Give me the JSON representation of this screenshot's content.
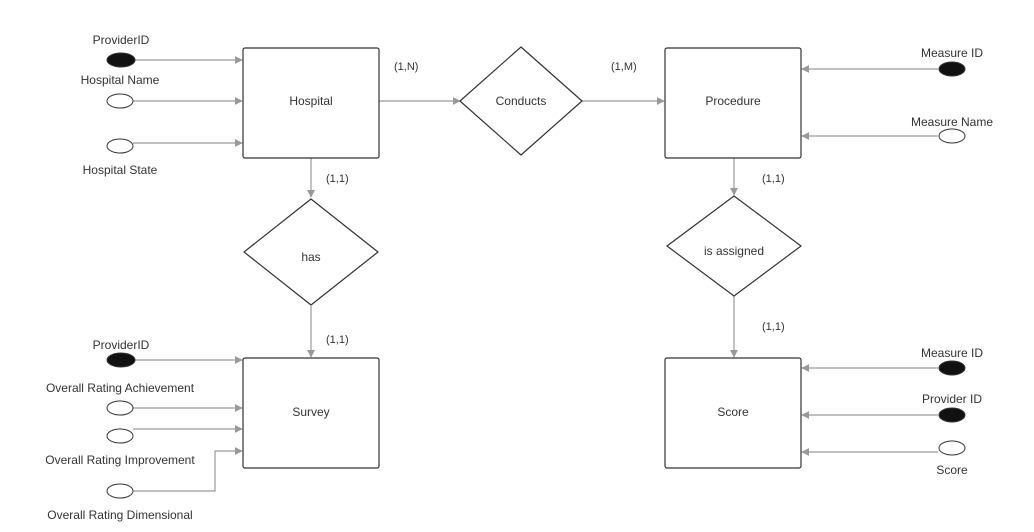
{
  "entities": {
    "hospital": "Hospital",
    "procedure": "Procedure",
    "survey": "Survey",
    "score": "Score"
  },
  "relationships": {
    "conducts": "Conducts",
    "has": "has",
    "is_assigned": "is assigned"
  },
  "cardinalities": {
    "hospital_conducts": "(1,N)",
    "conducts_procedure": "(1,M)",
    "hospital_has": "(1,1)",
    "has_survey": "(1,1)",
    "procedure_assigned": "(1,1)",
    "assigned_score": "(1,1)"
  },
  "attributes": {
    "hospital": [
      {
        "label": "ProviderID",
        "key": true
      },
      {
        "label": "Hospital Name",
        "key": false
      },
      {
        "label": "Hospital State",
        "key": false
      }
    ],
    "procedure": [
      {
        "label": "Measure ID",
        "key": true
      },
      {
        "label": "Measure Name",
        "key": false
      }
    ],
    "survey": [
      {
        "label": "ProviderID",
        "key": true
      },
      {
        "label": "Overall Rating Achievement",
        "key": false
      },
      {
        "label": "Overall Rating Improvement",
        "key": false
      },
      {
        "label": "Overall Rating Dimensional",
        "key": false
      }
    ],
    "score": [
      {
        "label": "Measure ID",
        "key": true
      },
      {
        "label": "Provider ID",
        "key": true
      },
      {
        "label": "Score",
        "key": false
      }
    ]
  },
  "colors": {
    "line": "#999999",
    "stroke": "#333333",
    "key_fill": "#111111"
  }
}
